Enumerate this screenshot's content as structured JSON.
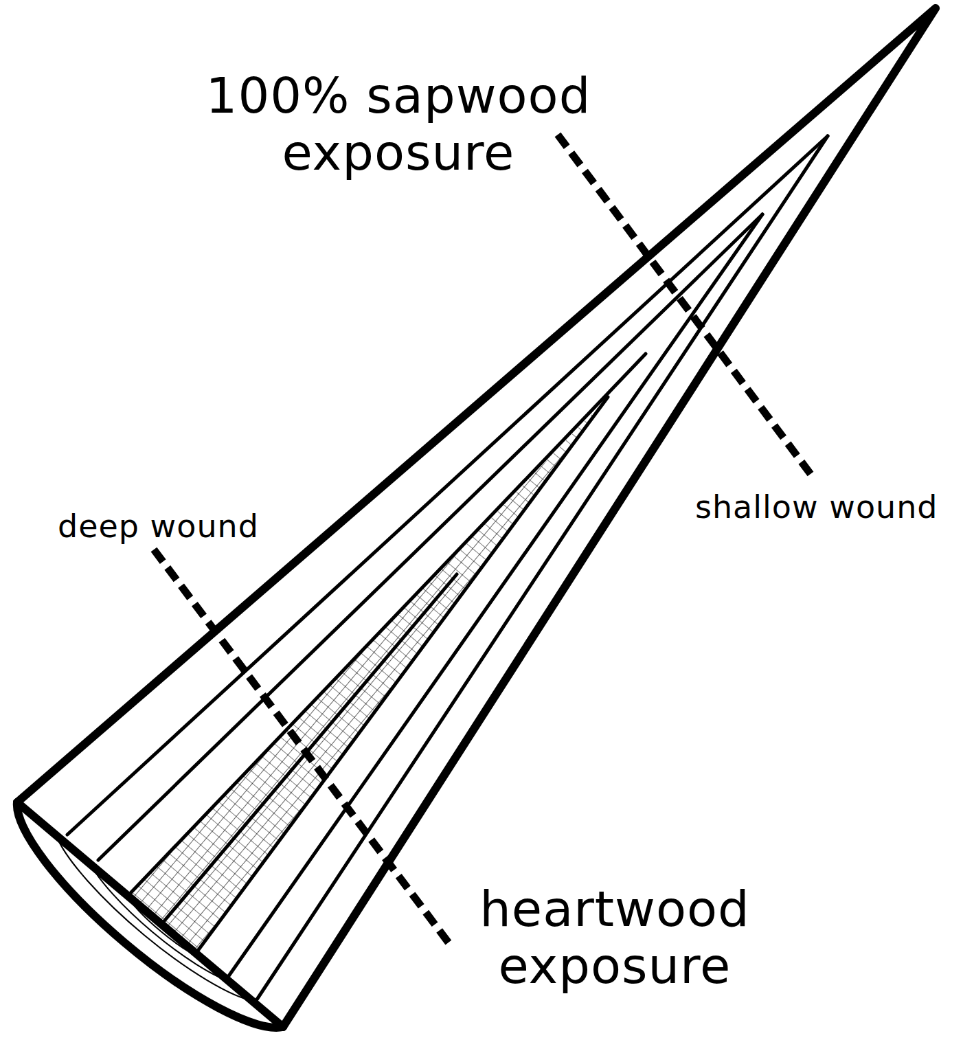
{
  "diagram": {
    "labels": [
      "100% sapwood exposure",
      "shallow wound",
      "deep wound",
      "heartwood exposure"
    ]
  }
}
